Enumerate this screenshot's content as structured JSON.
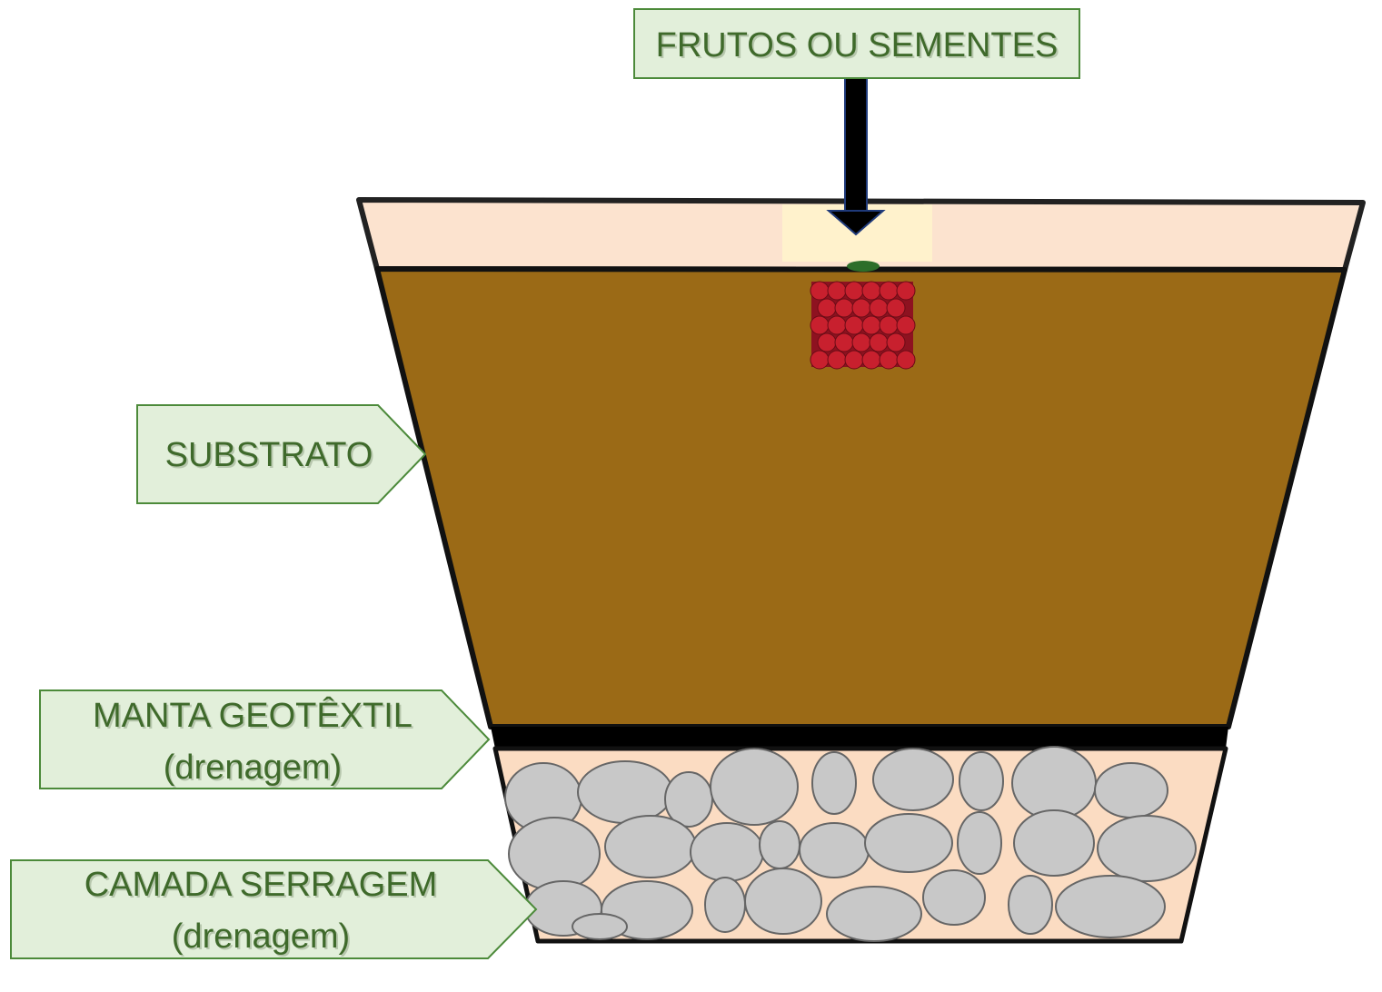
{
  "labels": {
    "frutos": "FRUTOS OU SEMENTES",
    "substrato": "SUBSTRATO",
    "manta_line1": "MANTA GEOTÊXTIL",
    "manta_line2": "(drenagem)",
    "camada_line1": "CAMADA SERRAGEM",
    "camada_line2": "(drenagem)"
  },
  "colors": {
    "label_fill": "#e2efda",
    "label_border": "#4c8a3a",
    "label_text": "#3f6a2b",
    "top_layer": "#fce3cf",
    "substrate": "#9b6a16",
    "geotextile": "#000000",
    "sawdust": "#fbdcc2",
    "pebble": "#c8c8c8",
    "seed_spot": "#fff2cc",
    "fruit": "#c8202e",
    "arrow": "#000000"
  }
}
